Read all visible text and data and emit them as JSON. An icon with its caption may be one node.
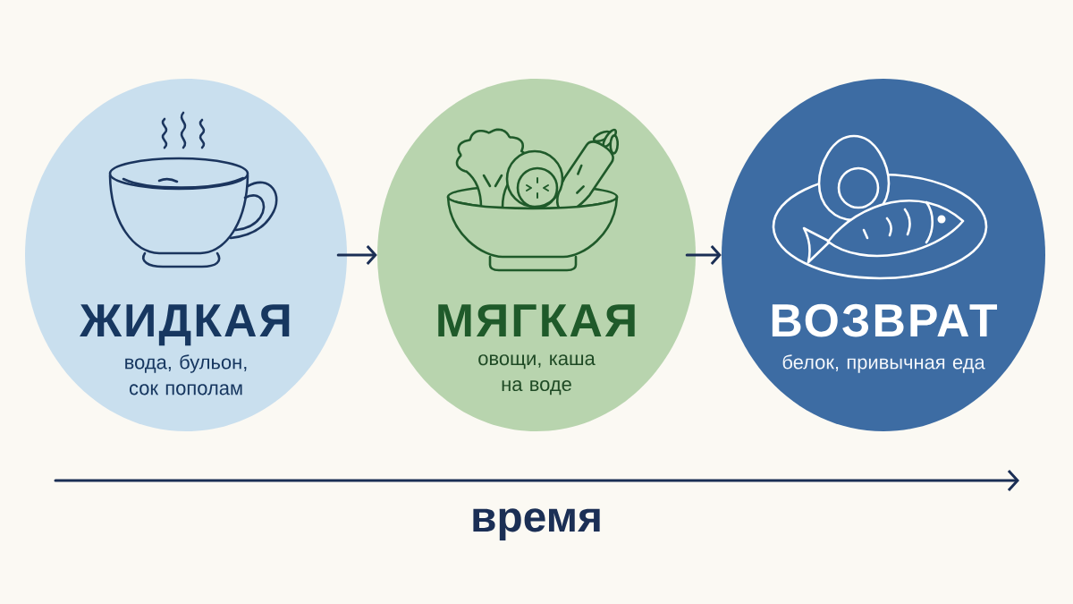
{
  "diagram": {
    "nodes": [
      {
        "text": [
          "ЖИДКАЯ",
          "вода, бульон, сок пополам"
        ]
      },
      {
        "text": [
          "МЯГКАЯ",
          "овощи, каша на воде"
        ]
      },
      {
        "text": [
          "ВОЗВРАТ",
          "белок, привычная еда"
        ]
      }
    ],
    "edges": [
      {
        "from": 0,
        "to": 1,
        "arrow": "to"
      },
      {
        "from": 1,
        "to": 2,
        "arrow": "to"
      }
    ],
    "labels": [
      "время"
    ]
  }
}
